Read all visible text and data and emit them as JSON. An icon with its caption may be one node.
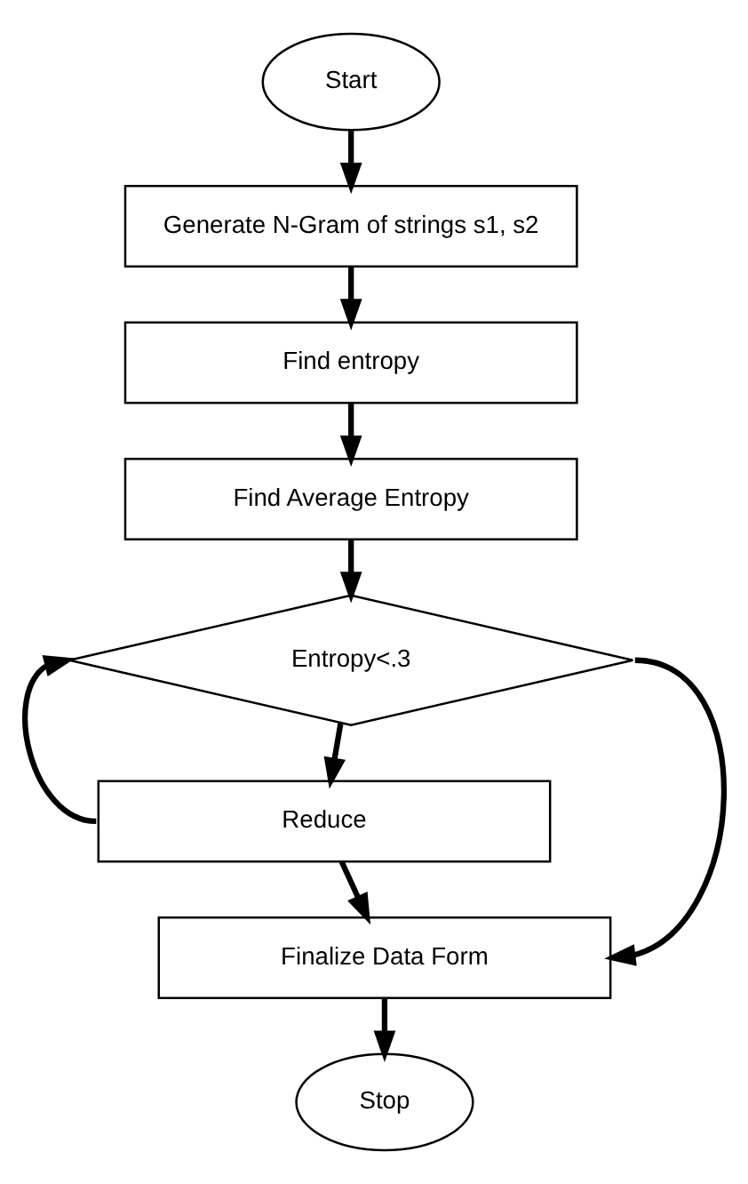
{
  "diagram": {
    "nodes": [
      {
        "text": [
          "Start"
        ]
      },
      {
        "text": [
          "Generate N-Gram of strings s1, s2"
        ]
      },
      {
        "text": [
          "Find entropy"
        ]
      },
      {
        "text": [
          "Find Average Entropy"
        ]
      },
      {
        "text": [
          "Entropy<.3"
        ]
      },
      {
        "text": [
          "Reduce"
        ]
      },
      {
        "text": [
          "Finalize Data Form"
        ]
      },
      {
        "text": [
          "Stop"
        ]
      }
    ],
    "edges": [
      {
        "from": 0,
        "to": 1,
        "arrow": "to"
      },
      {
        "from": 1,
        "to": 2,
        "arrow": "to"
      },
      {
        "from": 2,
        "to": 3,
        "arrow": "to"
      },
      {
        "from": 3,
        "to": 4,
        "arrow": "to"
      },
      {
        "from": 4,
        "to": 5,
        "arrow": "to"
      },
      {
        "from": 5,
        "to": 4,
        "arrow": "to"
      },
      {
        "from": 4,
        "to": 6,
        "arrow": "to"
      },
      {
        "from": 5,
        "to": 6,
        "arrow": "to"
      },
      {
        "from": 6,
        "to": 7,
        "arrow": "to"
      }
    ]
  }
}
